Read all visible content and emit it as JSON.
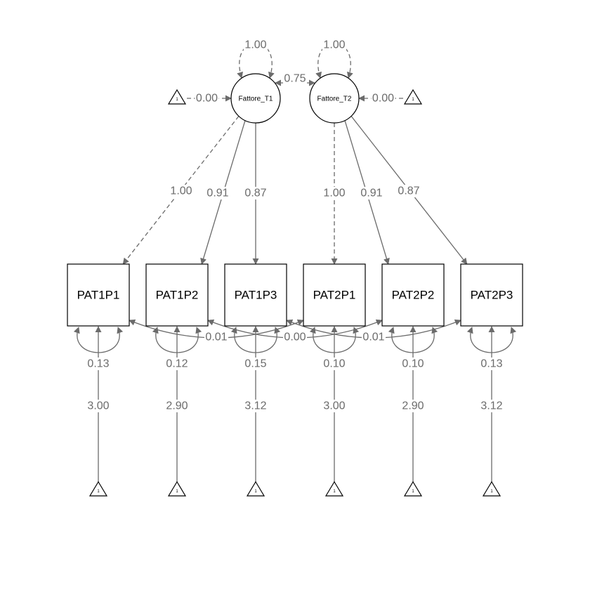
{
  "latents": [
    {
      "id": "T1",
      "label": "Fattore_T1",
      "variance": "1.00",
      "intercept": "0.00"
    },
    {
      "id": "T2",
      "label": "Fattore_T2",
      "variance": "1.00",
      "intercept": "0.00"
    }
  ],
  "latent_covariance": "0.75",
  "indicators": [
    {
      "label": "PAT1P1",
      "factor": 0,
      "loading": "1.00",
      "fixed": true,
      "residual": "0.13",
      "intercept": "3.00"
    },
    {
      "label": "PAT1P2",
      "factor": 0,
      "loading": "0.91",
      "fixed": false,
      "residual": "0.12",
      "intercept": "2.90"
    },
    {
      "label": "PAT1P3",
      "factor": 0,
      "loading": "0.87",
      "fixed": false,
      "residual": "0.15",
      "intercept": "3.12"
    },
    {
      "label": "PAT2P1",
      "factor": 1,
      "loading": "1.00",
      "fixed": true,
      "residual": "0.10",
      "intercept": "3.00"
    },
    {
      "label": "PAT2P2",
      "factor": 1,
      "loading": "0.91",
      "fixed": false,
      "residual": "0.10",
      "intercept": "2.90"
    },
    {
      "label": "PAT2P3",
      "factor": 1,
      "loading": "0.87",
      "fixed": false,
      "residual": "0.13",
      "intercept": "3.12"
    }
  ],
  "residual_covariances": [
    {
      "from": 0,
      "to": 3,
      "value": "0.01"
    },
    {
      "from": 1,
      "to": 4,
      "value": "0.00"
    },
    {
      "from": 2,
      "to": 5,
      "value": "0.01"
    }
  ],
  "constant_label": "1",
  "colors": {
    "edge": "#6b6b6b",
    "node": "#000000"
  }
}
